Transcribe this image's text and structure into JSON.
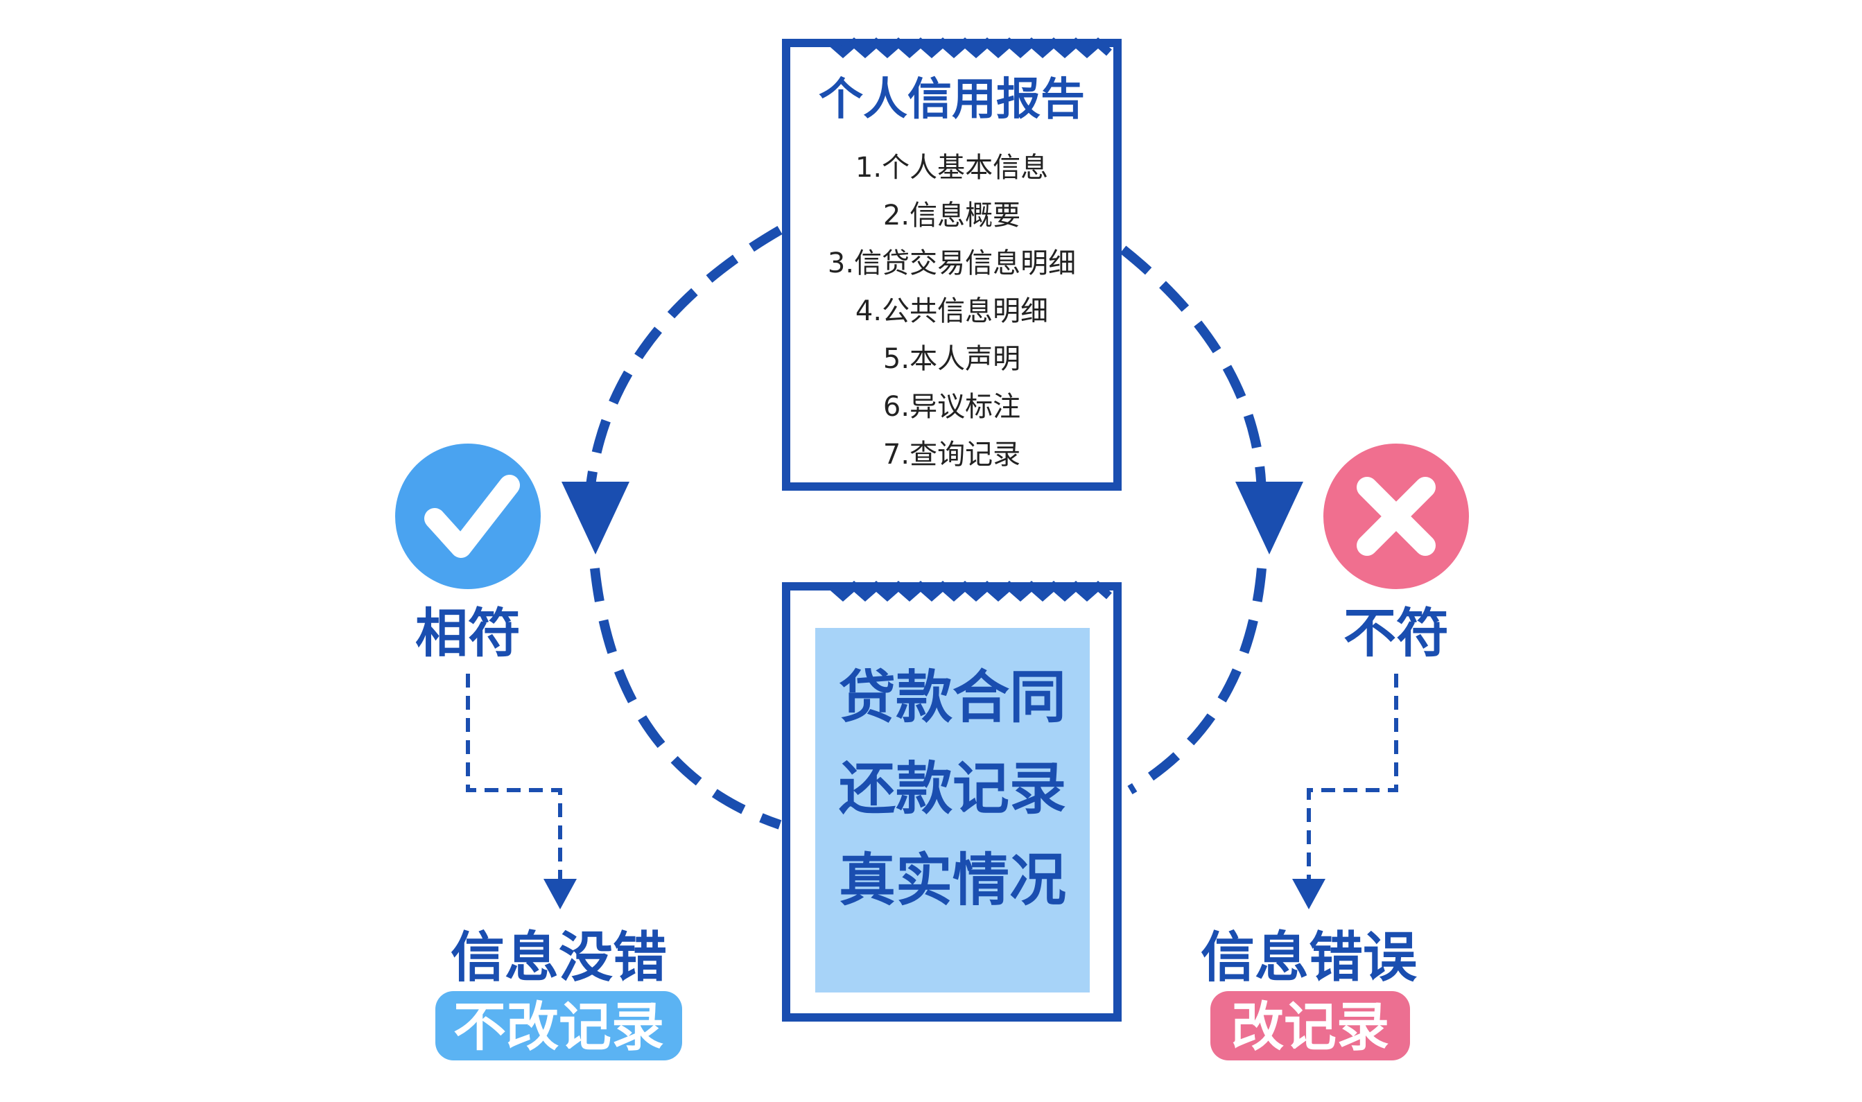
{
  "colors": {
    "primary_blue": "#1a4eb0",
    "light_blue_fill": "#a7d3f8",
    "check_blue": "#4aa3f0",
    "cross_pink": "#f06f8f",
    "pill_blue": "#5bb3f3",
    "pill_pink": "#ec6f91"
  },
  "report": {
    "title": "个人信用报告",
    "items": [
      "1.个人基本信息",
      "2.信息概要",
      "3.信贷交易信息明细",
      "4.公共信息明细",
      "5.本人声明",
      "6.异议标注",
      "7.查询记录"
    ]
  },
  "evidence": {
    "lines": [
      "贷款合同",
      "还款记录",
      "真实情况"
    ]
  },
  "match": {
    "icon": "check-icon",
    "label": "相符",
    "result": "信息没错",
    "action": "不改记录"
  },
  "mismatch": {
    "icon": "cross-icon",
    "label": "不符",
    "result": "信息错误",
    "action": "改记录"
  }
}
